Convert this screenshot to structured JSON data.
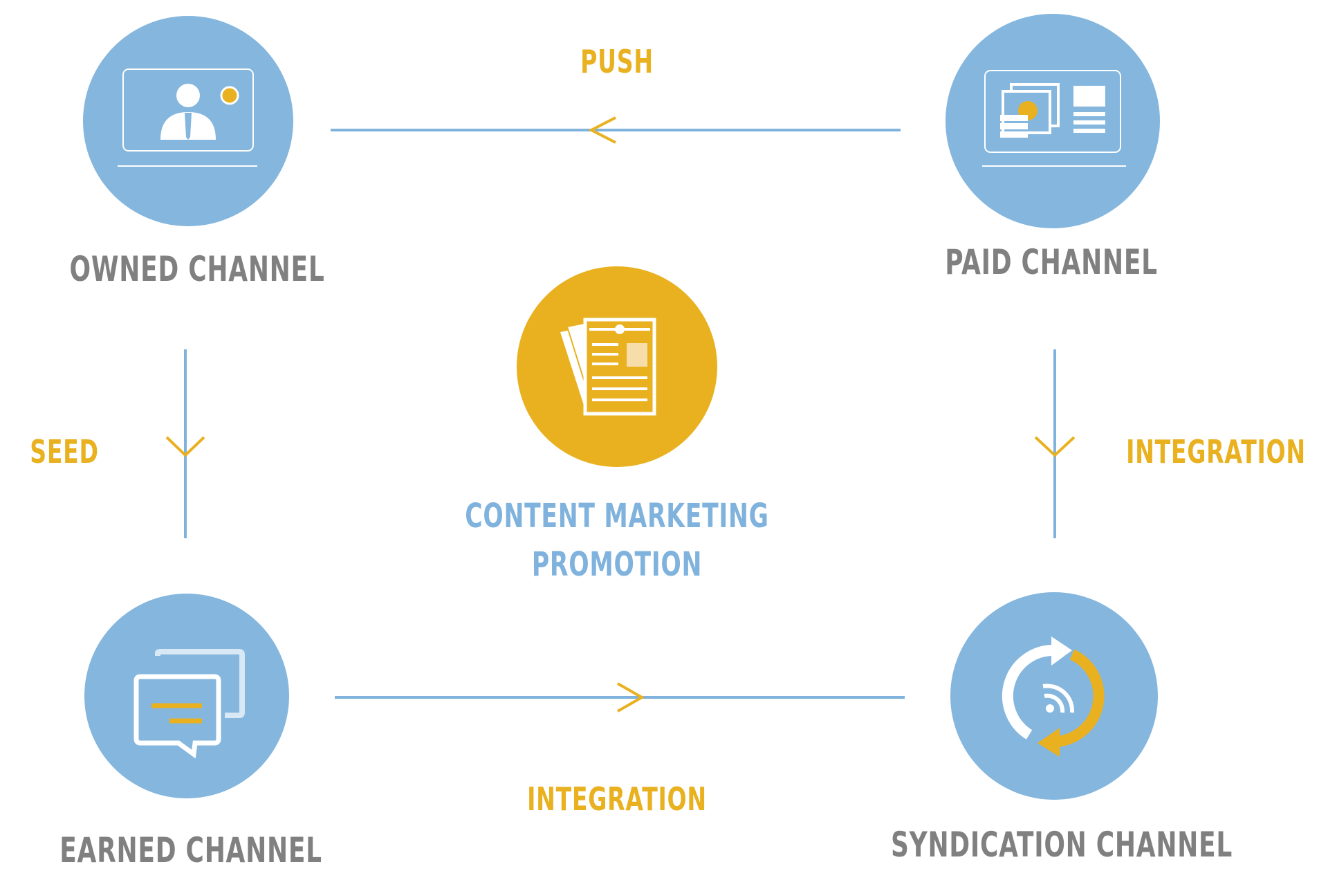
{
  "nodes": {
    "owned": {
      "label": "OWNED CHANNEL"
    },
    "paid": {
      "label": "PAID CHANNEL"
    },
    "earned": {
      "label": "EARNED CHANNEL"
    },
    "syndication": {
      "label": "SYNDICATION CHANNEL"
    },
    "center": {
      "line1": "CONTENT MARKETING",
      "line2": "PROMOTION"
    }
  },
  "edges": {
    "top": {
      "label": "PUSH"
    },
    "left": {
      "label": "SEED"
    },
    "right": {
      "label": "INTEGRATION"
    },
    "bottom": {
      "label": "INTEGRATION"
    }
  },
  "colors": {
    "circle_blue": "#84b6de",
    "accent_gold": "#e9b120",
    "text_gray": "#808080",
    "line_blue": "#7fb2dc",
    "white": "#ffffff"
  },
  "icons": {
    "owned": "presenter-screen-icon",
    "paid": "ad-banner-icon",
    "earned": "chat-bubbles-icon",
    "syndication": "refresh-feed-icon",
    "center": "document-pages-icon"
  }
}
